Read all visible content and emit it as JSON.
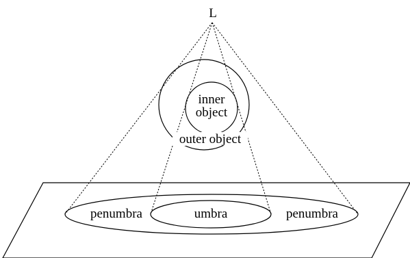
{
  "labels": {
    "light_source": "L",
    "inner_line1": "inner",
    "inner_line2": "object",
    "outer": "outer object",
    "penumbra_left": "penumbra",
    "umbra": "umbra",
    "penumbra_right": "penumbra"
  },
  "colors": {
    "stroke": "#000000",
    "background": "#ffffff"
  }
}
